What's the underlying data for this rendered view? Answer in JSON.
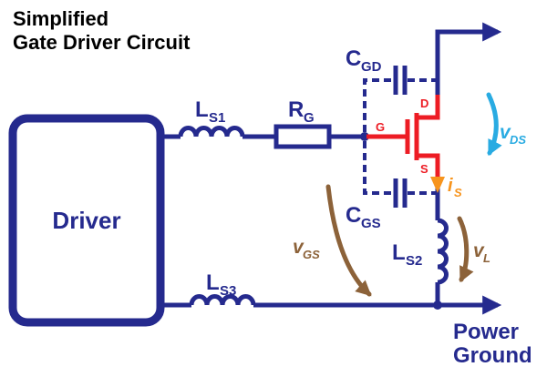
{
  "title": {
    "line1": "Simplified",
    "line2": "Gate Driver Circuit"
  },
  "driver_label": "Driver",
  "components": {
    "ls1": {
      "main": "L",
      "sub": "S1"
    },
    "rg": {
      "main": "R",
      "sub": "G"
    },
    "cgd": {
      "main": "C",
      "sub": "GD"
    },
    "cgs": {
      "main": "C",
      "sub": "GS"
    },
    "ls2": {
      "main": "L",
      "sub": "S2"
    },
    "ls3": {
      "main": "L",
      "sub": "S3"
    }
  },
  "mosfet": {
    "gate": "G",
    "drain": "D",
    "source": "S"
  },
  "signals": {
    "vds": {
      "main": "v",
      "sub": "DS"
    },
    "is": {
      "main": "i",
      "sub": "S"
    },
    "vgs": {
      "main": "v",
      "sub": "GS"
    },
    "vl": {
      "main": "v",
      "sub": "L"
    }
  },
  "ground_label": {
    "line1": "Power",
    "line2": "Ground"
  },
  "colors": {
    "wire": "#252a8e",
    "mosfet": "#ed1c24",
    "vds": "#29abe2",
    "is": "#f7941d",
    "brown": "#8c6239",
    "title": "#000000"
  }
}
